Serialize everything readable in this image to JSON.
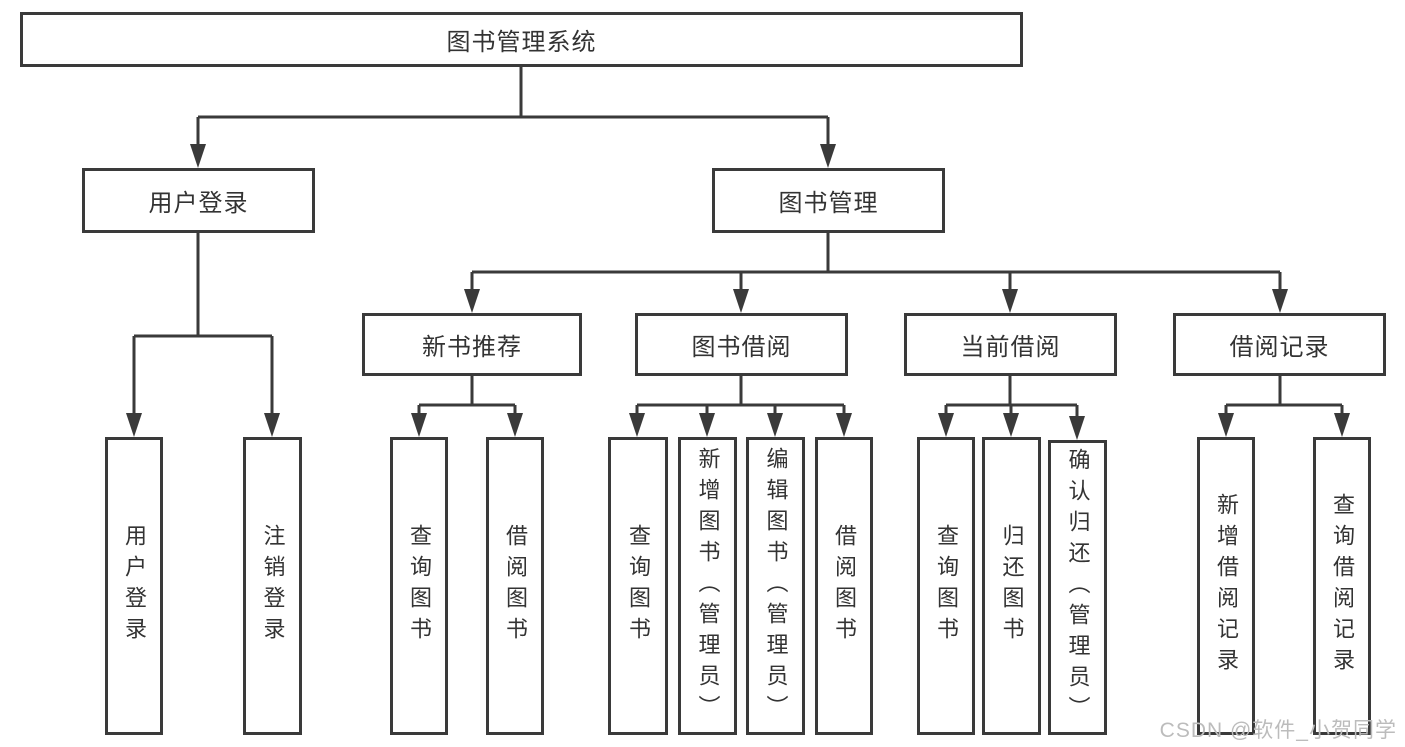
{
  "diagram_title": "图书管理系统",
  "colors": {
    "line": "#3a3a3a",
    "border": "#3a3a3a",
    "text": "#333333",
    "background": "#ffffff",
    "watermark": "#bcbcbc"
  },
  "nodes": {
    "root": {
      "label": "图书管理系统"
    },
    "level2": [
      {
        "label": "用户登录"
      },
      {
        "label": "图书管理"
      }
    ],
    "level3": [
      {
        "label": "新书推荐"
      },
      {
        "label": "图书借阅"
      },
      {
        "label": "当前借阅"
      },
      {
        "label": "借阅记录"
      }
    ],
    "leaves": {
      "user_login": [
        {
          "label": "用户登录"
        },
        {
          "label": "注销登录"
        }
      ],
      "new_book_rec": [
        {
          "label": "查询图书"
        },
        {
          "label": "借阅图书"
        }
      ],
      "book_borrow": [
        {
          "label": "查询图书"
        },
        {
          "label": "新增图书（管理员）"
        },
        {
          "label": "编辑图书（管理员）"
        },
        {
          "label": "借阅图书"
        }
      ],
      "current_borrow": [
        {
          "label": "查询图书"
        },
        {
          "label": "归还图书"
        },
        {
          "label": "确认归还（管理员）"
        }
      ],
      "borrow_records": [
        {
          "label": "新增借阅记录"
        },
        {
          "label": "查询借阅记录"
        }
      ]
    }
  },
  "watermark": {
    "text": "CSDN @软件_小贺同学"
  }
}
